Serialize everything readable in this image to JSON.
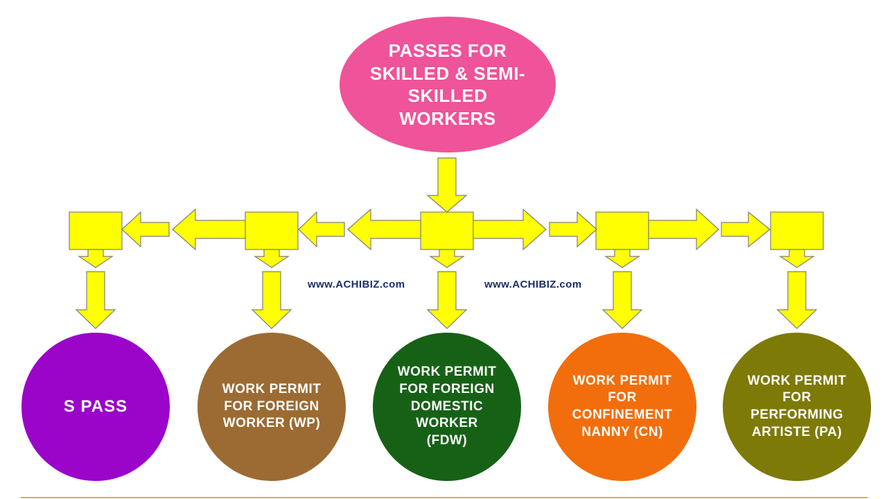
{
  "diagram": {
    "title": "Passes for skilled and semi-skilled workers flowchart",
    "root": {
      "label": "PASSES FOR\nSKILLED & SEMI-\nSKILLED\nWORKERS",
      "color": "#ef5399"
    },
    "nodes": [
      {
        "id": "s-pass",
        "label": "S PASS",
        "color": "#9a05c9"
      },
      {
        "id": "wp",
        "label": "WORK PERMIT\nFOR FOREIGN\nWORKER (WP)",
        "color": "#9c6b33"
      },
      {
        "id": "fdw",
        "label": "WORK PERMIT\nFOR FOREIGN\nDOMESTIC\nWORKER\n(FDW)",
        "color": "#176117"
      },
      {
        "id": "cn",
        "label": "WORK PERMIT\nFOR\nCONFINEMENT\nNANNY (CN)",
        "color": "#f26e0c"
      },
      {
        "id": "pa",
        "label": "WORK PERMIT\nFOR\nPERFORMING\nARTISTE (PA)",
        "color": "#7e7a08"
      }
    ],
    "watermarks": [
      {
        "text": "www.ACHIBIZ.com"
      },
      {
        "text": "www.ACHIBIZ.com"
      }
    ]
  },
  "colors": {
    "connector_fill": "#ffff00",
    "connector_outline": "#7e7e7e",
    "node_text": "#ffffff",
    "watermark_text": "#1b2e6b"
  }
}
